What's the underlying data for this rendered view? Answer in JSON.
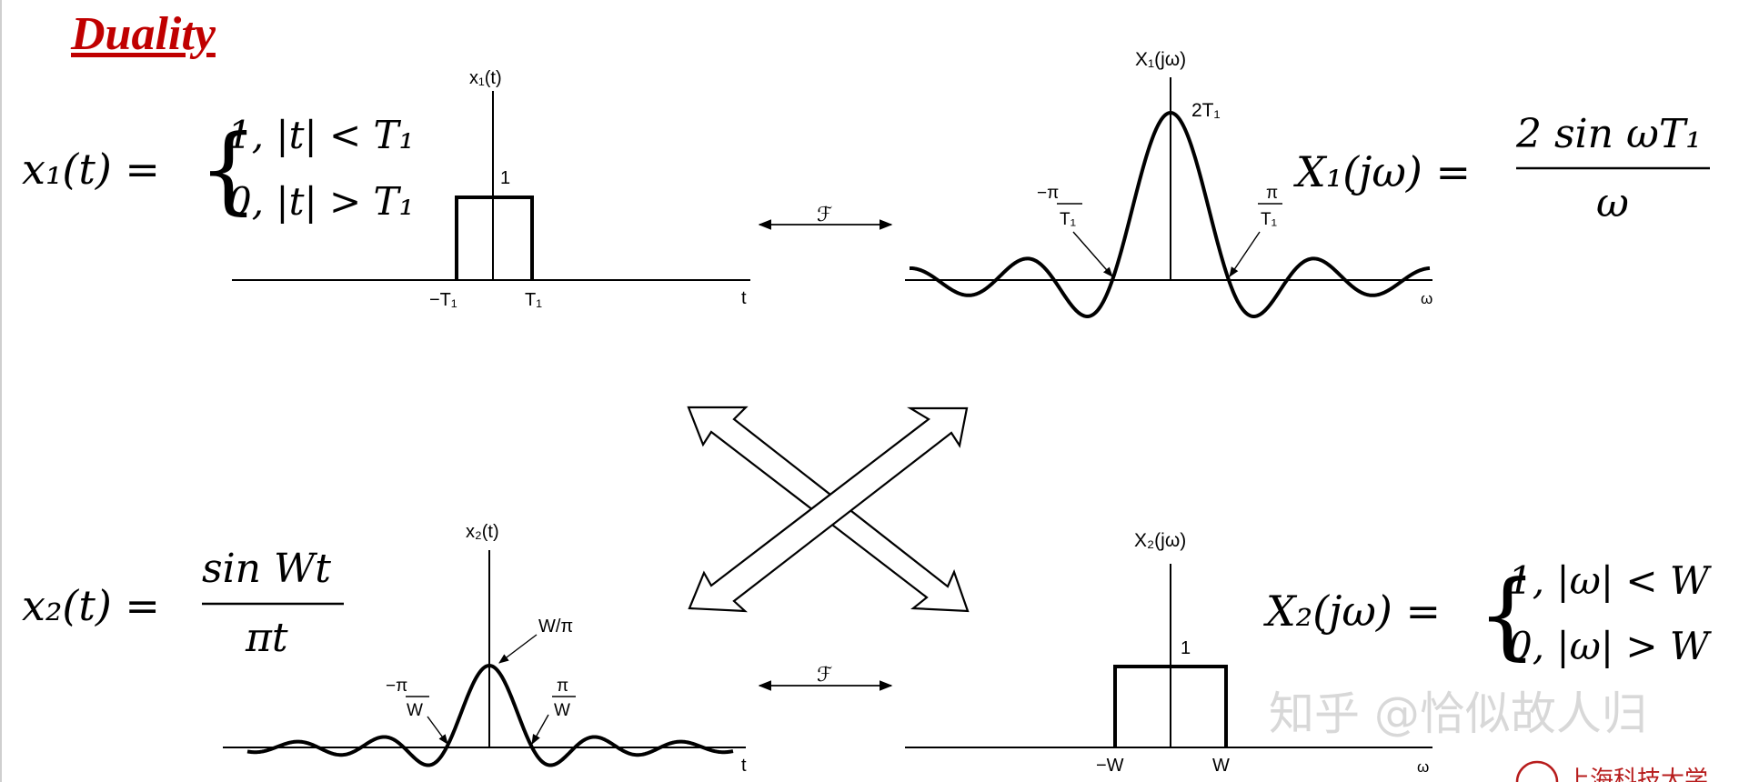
{
  "title": "Duality",
  "fourier_symbol": "ℱ",
  "top_left": {
    "axis_y_label": "x₁(t)",
    "height_label": "1",
    "x_neg_label": "−T₁",
    "x_pos_label": "T₁",
    "axis_x_label": "t",
    "eq_lhs": "x₁(t) =",
    "case1": "1, |t| < T₁",
    "case2": "0, |t| > T₁"
  },
  "top_right": {
    "axis_y_label": "X₁(jω)",
    "peak_label": "2T₁",
    "zero_neg_num": "−π",
    "zero_neg_den": "T₁",
    "zero_pos_num": "π",
    "zero_pos_den": "T₁",
    "axis_x_label": "ω",
    "eq_lhs": "X₁(jω) =",
    "eq_num": "2 sin ωT₁",
    "eq_den": "ω"
  },
  "bottom_left": {
    "axis_y_label": "x₂(t)",
    "peak_label": "W/π",
    "zero_neg_num": "−π",
    "zero_neg_den": "W",
    "zero_pos_num": "π",
    "zero_pos_den": "W",
    "axis_x_label": "t",
    "eq_lhs": "x₂(t) =",
    "eq_num": "sin Wt",
    "eq_den": "πt"
  },
  "bottom_right": {
    "axis_y_label": "X₂(jω)",
    "height_label": "1",
    "x_neg_label": "−W",
    "x_pos_label": "W",
    "axis_x_label": "ω",
    "eq_lhs": "X₂(jω) =",
    "case1": "1, |ω| < W",
    "case2": "0, |ω| > W"
  },
  "watermark": "知乎 @恰似故人归",
  "university_logo_text": "上海科技大学"
}
